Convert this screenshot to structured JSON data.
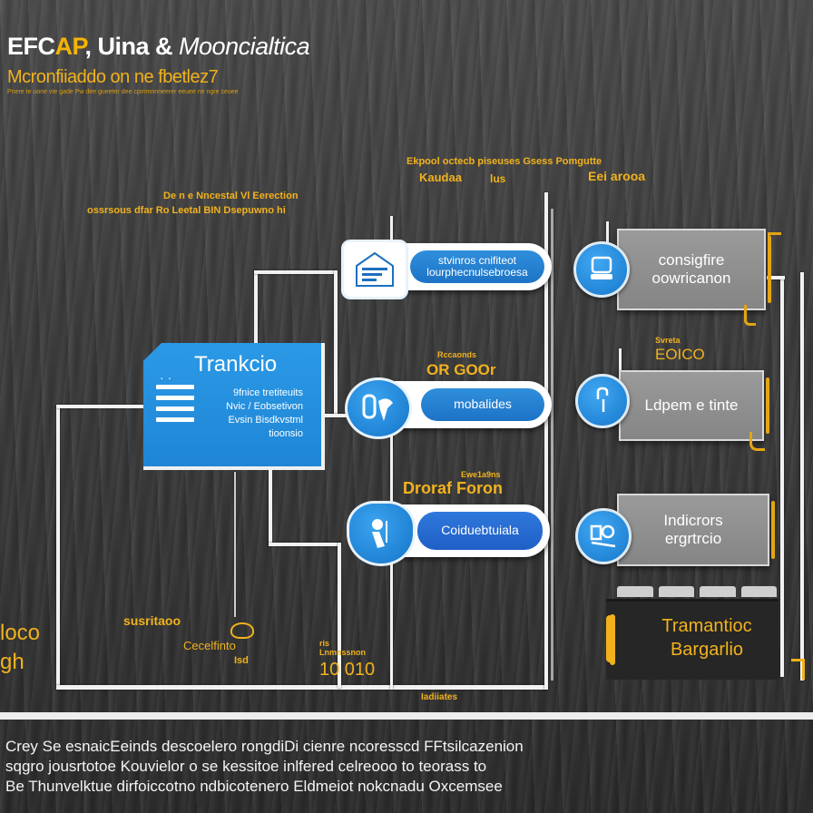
{
  "header": {
    "title_part1": "EFC",
    "title_accent": "AP",
    "title_part2": ", Uina & ",
    "title_part3": "Mooncialtica",
    "subtitle": "Mcronfiiaddo on ne fbetlez7",
    "fine_print": "Pnere te uone vte gade   Pw dee gueeter dee cpmmnnneerer eeuee ne ngre ceuee"
  },
  "annotations": {
    "top_center_line1": "Ekpool octecb piseuses Gsess Pomgutte",
    "top_center_line2_left": "Kaudaa",
    "top_center_line2_mid": "lus",
    "top_center_line2_right": "Eei arooa",
    "left_line1": "De n e Nncestal Vl Eerection",
    "left_line2": "ossrsous dfar Ro Leetal BIN Dsepuwno hi",
    "mid_label1_small": "Rccaonds",
    "mid_label1_big": "OR GOOr",
    "mid_label2_small": "Ewe1a9ns",
    "mid_label2_big": "Droraf Foron",
    "right_label1_small": "Svreta",
    "right_label1_big": "EOICO",
    "bottom_left_label": "susritaoo",
    "bottom_mid_label1": "Cecelfinto",
    "bottom_mid_label2": "Isd",
    "bottom_right_small1": "ris",
    "bottom_right_small2": "Lnmnssnon",
    "bottom_right_big": "10 010",
    "bottom_center": "Iadiiates",
    "left_edge_line1": "loco",
    "left_edge_line2": "gh"
  },
  "main_card": {
    "title": "Trankcio",
    "lines": [
      "9fnice tretiteuits",
      "Nvic / Eobsetivon",
      "Evsin Bisdkvstml",
      "tioonsio"
    ],
    "icon": "document-list-icon"
  },
  "pills": [
    {
      "label": "stvinros cnifiteot lourphecnulsebroesa",
      "icon": "house-icon"
    },
    {
      "label": "mobalides",
      "icon": "shield-tool-icon"
    },
    {
      "label": "Coiduebtuiala",
      "icon": "person-icon"
    }
  ],
  "gray_cards": [
    {
      "label": "consigfire oowricanon",
      "icon": "computer-icon"
    },
    {
      "label": "Ldpem e tinte",
      "icon": "hook-icon"
    },
    {
      "label": "Indicrors ergrtrcio",
      "icon": "qr-camera-icon"
    }
  ],
  "dark_block": {
    "line1": "Tramantioc",
    "line2": "Bargarlio"
  },
  "footer": {
    "lines": [
      "Crey Se esnaicEeinds descoelero rongdiDi cienre ncoresscd FFtsilcazenion",
      "sqgro jousrtotoe Kouvielor o se kessitoe inlfered celreooo to teorass to",
      "Be Thunvelktue dirfoiccotno ndbicotenero Eldmeiot nokcnadu Oxcemsee"
    ]
  }
}
